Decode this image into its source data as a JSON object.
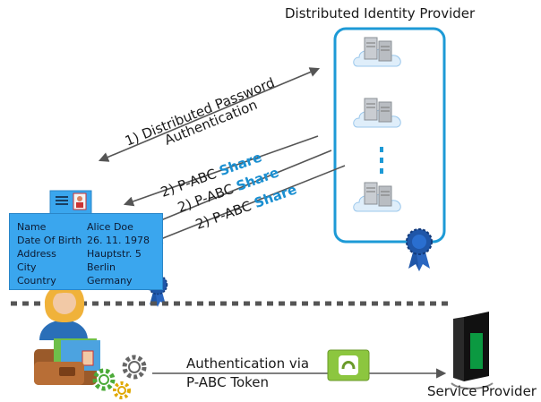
{
  "provider": {
    "title": "Distributed Identity Provider",
    "server_count_visible": 3,
    "dots": "⋮"
  },
  "flow": {
    "step1_line1": "1) Distributed Password",
    "step1_line2": "Authentication",
    "share_prefix": "2) P-ABC",
    "share_word": "Share"
  },
  "card": {
    "rows": [
      {
        "key": "Name",
        "value": "Alice Doe"
      },
      {
        "key": "Date Of Birth",
        "value": "26. 11. 1978"
      },
      {
        "key": "Address",
        "value": "Hauptstr. 5"
      },
      {
        "key": "City",
        "value": "Berlin"
      },
      {
        "key": "Country",
        "value": "Germany"
      }
    ]
  },
  "bottom": {
    "auth_line1": "Authentication via",
    "auth_line2": "P-ABC Token",
    "service_provider": "Service Provider"
  },
  "colors": {
    "provider_border": "#1d9ad6",
    "card_fill": "#3aa6ee",
    "arrow": "#555555",
    "share_accent": "#1a8fd1",
    "seal": "#1f56a8",
    "token_green": "#8cc63f",
    "dotted_line": "#555555"
  },
  "icons": [
    "server-icon",
    "cloud-icon",
    "seal-icon",
    "user-avatar-icon",
    "wallet-icon",
    "gear-icon",
    "token-icon",
    "server-tower-icon",
    "id-card-icon"
  ]
}
